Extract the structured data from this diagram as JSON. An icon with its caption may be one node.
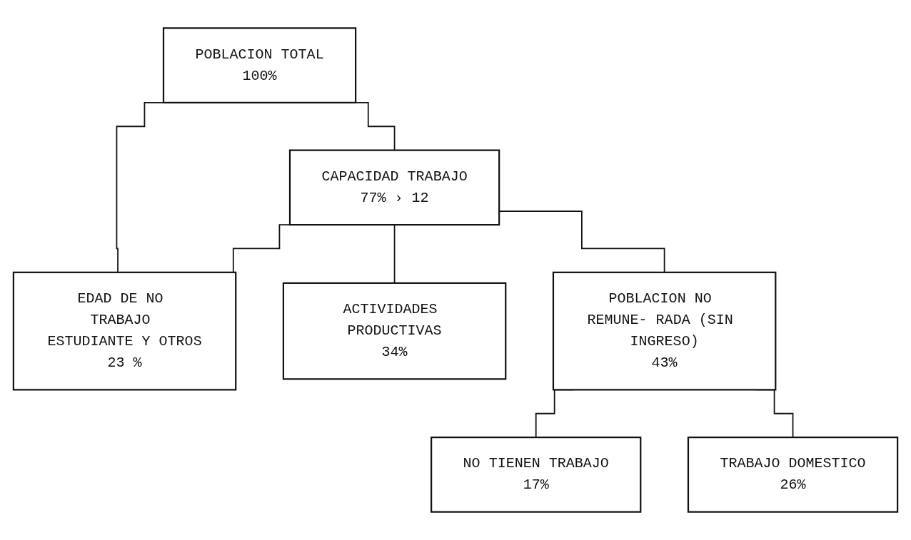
{
  "diagram": {
    "nodes": [
      {
        "text": [
          "POBLACION TOTAL",
          "100%"
        ]
      },
      {
        "text": [
          "CAPACIDAD TRABAJO",
          "77% › 12"
        ]
      },
      {
        "text": [
          "EDAD DE NO TRABAJO ESTUDIANTE Y OTROS",
          "23 %"
        ]
      },
      {
        "text": [
          "ACTIVIDADES PRODUCTIVAS",
          "34%"
        ]
      },
      {
        "text": [
          "POBLACION NO REMUNE- RADA (SIN INGRESO)",
          "43%"
        ]
      },
      {
        "text": [
          "NO TIENEN TRABAJO",
          "17%"
        ]
      },
      {
        "text": [
          "TRABAJO DOMESTICO",
          "26%"
        ]
      }
    ],
    "edges": [
      {
        "from": 0,
        "to": 1,
        "arrow": "none"
      },
      {
        "from": 0,
        "to": 2,
        "arrow": "none"
      },
      {
        "from": 1,
        "to": 2,
        "arrow": "none"
      },
      {
        "from": 1,
        "to": 3,
        "arrow": "none"
      },
      {
        "from": 1,
        "to": 4,
        "arrow": "none"
      },
      {
        "from": 4,
        "to": 5,
        "arrow": "none"
      },
      {
        "from": 4,
        "to": 6,
        "arrow": "none"
      }
    ]
  }
}
